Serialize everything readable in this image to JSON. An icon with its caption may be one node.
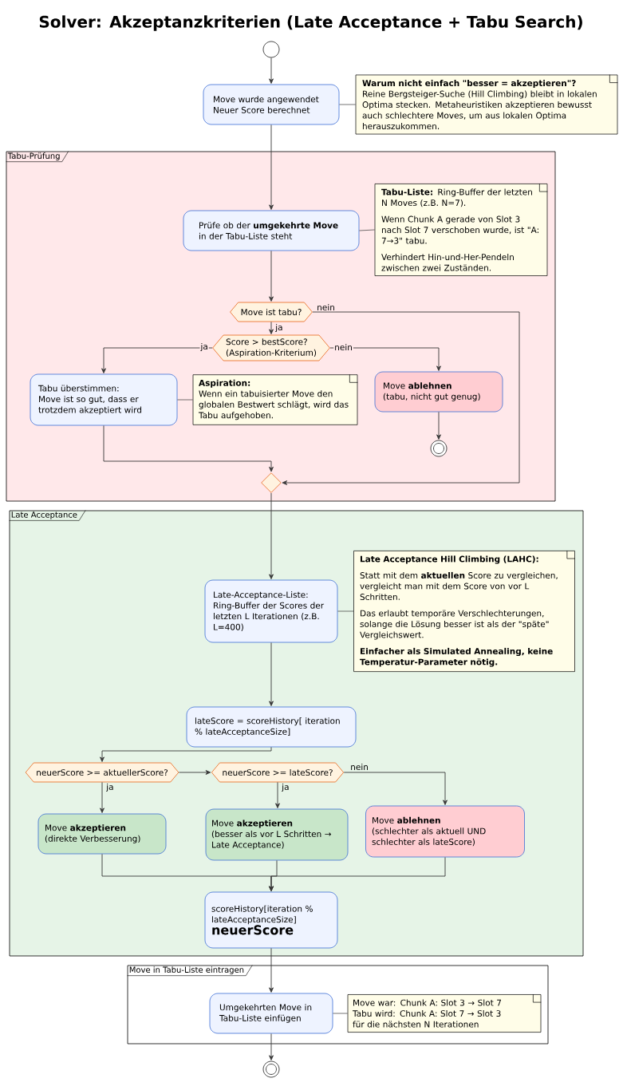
{
  "diagram": {
    "title": "Solver: Akzeptanzkriterien (Late Acceptance + Tabu Search)",
    "nodes": [
      {
        "text": [],
        "shape": "circle"
      },
      {
        "text": [
          "Move wurde angewendet",
          "Neuer Score berechnet"
        ]
      },
      {
        "text": [
          "Warum nicht einfach \"besser = akzeptieren\"?",
          "Reine Bergsteiger-Suche (Hill Climbing) bleibt in lokalen Optima stecken. Metaheuristiken akzeptieren bewusst auch schlechtere Moves, um aus lokalen Optima herauszukommen."
        ]
      },
      {
        "text": [
          "Tabu-Prüfung"
        ]
      },
      {
        "text": [
          "Prüfe ob der **umgekehrte Move** in der Tabu-Liste steht"
        ],
        "in": 3
      },
      {
        "text": [
          "**Tabu-Liste:** Ring-Buffer der letzten N Moves (z.B. N=7).",
          "Wenn Chunk A gerade von Slot 3 nach Slot 7 verschoben wurde, ist \"A: 7→3\" tabu.",
          "Verhindert Hin-und-Her-Pendeln zwischen zwei Zuständen."
        ],
        "in": 3
      },
      {
        "text": [
          "Move ist tabu?"
        ],
        "in": 3
      },
      {
        "text": [
          "Score > bestScore?",
          "(Aspiration-Kriterium)"
        ],
        "in": 3
      },
      {
        "text": [
          "Tabu überstimmen:",
          "Move ist so gut, dass er trotzdem akzeptiert wird"
        ],
        "in": 3
      },
      {
        "text": [
          "Aspiration:",
          "Wenn ein tabuisierter Move den globalen Bestwert schlägt, wird das Tabu aufgehoben."
        ],
        "in": 3
      },
      {
        "text": [
          "Move **ablehnen**",
          "(tabu, nicht gut genug)"
        ],
        "in": 3
      },
      {
        "text": [],
        "shape": "circle",
        "in": 3
      },
      {
        "text": [],
        "shape": "diamond",
        "in": 3
      },
      {
        "text": [
          "Late Acceptance"
        ]
      },
      {
        "text": [
          "Late-Acceptance-Liste:",
          "Ring-Buffer der Scores der letzten L Iterationen (z.B. L=400)"
        ],
        "in": 13
      },
      {
        "text": [
          "Late Acceptance Hill Climbing (LAHC):",
          "Statt mit dem **aktuellen** Score zu vergleichen, vergleicht man mit dem Score von vor L Schritten.",
          "Das erlaubt temporäre Verschlechterungen, solange die Lösung besser ist als der \"späte\" Vergleichswert.",
          "Einfacher als Simulated Annealing, keine Temperatur-Parameter nötig."
        ],
        "in": 13
      },
      {
        "text": [
          "lateScore = scoreHistory[ iteration % lateAcceptanceSize]"
        ],
        "in": 13
      },
      {
        "text": [
          "neuerScore >= aktuellerScore?"
        ],
        "in": 13
      },
      {
        "text": [
          "neuerScore >= lateScore?"
        ],
        "in": 13
      },
      {
        "text": [
          "Move **akzeptieren**",
          "(direkte Verbesserung)"
        ],
        "in": 13
      },
      {
        "text": [
          "Move **akzeptieren**",
          "(besser als vor L Schritten → Late Acceptance)"
        ],
        "in": 13
      },
      {
        "text": [
          "Move **ablehnen**",
          "(schlechter als aktuell UND schlechter als lateScore)"
        ],
        "in": 13
      },
      {
        "text": [
          "scoreHistory[iteration % lateAcceptanceSize]",
          "neuerScore"
        ],
        "in": 13
      },
      {
        "text": [
          "Move in Tabu-Liste eintragen"
        ]
      },
      {
        "text": [
          "Umgekehrten Move in Tabu-Liste einfügen"
        ],
        "in": 23
      },
      {
        "text": [
          "Move war: Chunk A: Slot 3 → Slot 7",
          "Tabu wird: Chunk A: Slot 7 → Slot 3",
          "für die nächsten N Iterationen"
        ],
        "in": 23
      },
      {
        "text": [],
        "shape": "circle"
      }
    ],
    "edges": [
      {
        "from": 0,
        "to": 1,
        "arrow": "to"
      },
      {
        "from": 2,
        "to": 1,
        "arrow": "none"
      },
      {
        "from": 1,
        "to": 4,
        "arrow": "to"
      },
      {
        "from": 5,
        "to": 4,
        "arrow": "none"
      },
      {
        "from": 4,
        "to": 6,
        "arrow": "to"
      },
      {
        "from": 6,
        "to": 7,
        "arrow": "to",
        "label": "ja"
      },
      {
        "from": 6,
        "to": 12,
        "arrow": "to",
        "label": "nein"
      },
      {
        "from": 7,
        "to": 8,
        "arrow": "to",
        "label": "ja"
      },
      {
        "from": 7,
        "to": 10,
        "arrow": "to",
        "label": "nein"
      },
      {
        "from": 9,
        "to": 8,
        "arrow": "none"
      },
      {
        "from": 10,
        "to": 11,
        "arrow": "to"
      },
      {
        "from": 8,
        "to": 12,
        "arrow": "to"
      },
      {
        "from": 12,
        "to": 14,
        "arrow": "to"
      },
      {
        "from": 15,
        "to": 14,
        "arrow": "none"
      },
      {
        "from": 14,
        "to": 16,
        "arrow": "to"
      },
      {
        "from": 16,
        "to": 17,
        "arrow": "to"
      },
      {
        "from": 17,
        "to": 18,
        "arrow": "to"
      },
      {
        "from": 17,
        "to": 19,
        "arrow": "to",
        "label": "ja"
      },
      {
        "from": 18,
        "to": 20,
        "arrow": "to",
        "label": "ja"
      },
      {
        "from": 18,
        "to": 21,
        "arrow": "to",
        "label": "nein"
      },
      {
        "from": 19,
        "to": 22,
        "arrow": "to"
      },
      {
        "from": 20,
        "to": 22,
        "arrow": "to"
      },
      {
        "from": 21,
        "to": 22,
        "arrow": "to"
      },
      {
        "from": 22,
        "to": 24,
        "arrow": "to"
      },
      {
        "from": 25,
        "to": 24,
        "arrow": "none"
      },
      {
        "from": 24,
        "to": 26,
        "arrow": "to"
      }
    ]
  }
}
